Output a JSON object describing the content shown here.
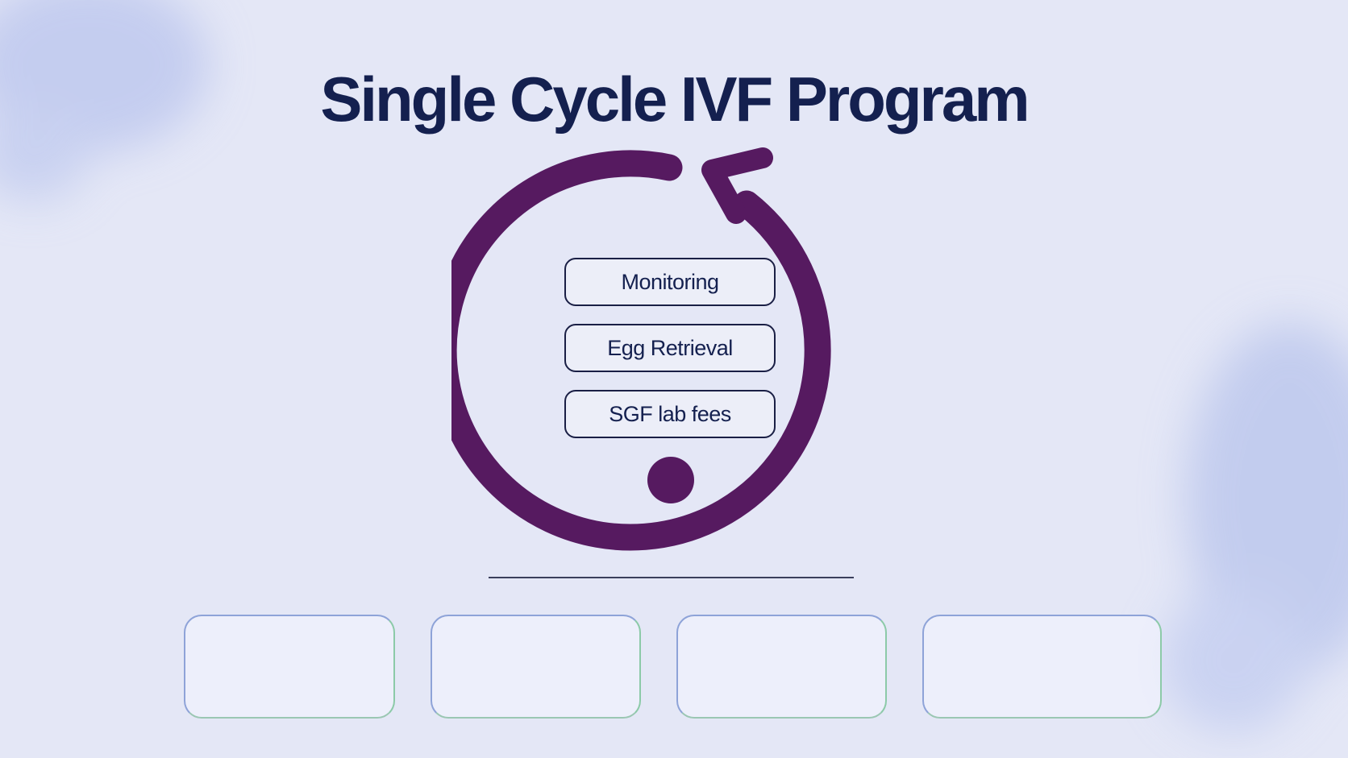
{
  "title": "Single Cycle IVF Program",
  "cycle": {
    "steps": [
      "Monitoring",
      "Egg Retrieval",
      "SGF lab fees"
    ]
  },
  "colors": {
    "background": "#e4e7f6",
    "title": "#14204f",
    "cycle_arrow": "#561a60",
    "card_border_blue": "#8ea3d8",
    "card_border_green": "#8ccaa8"
  },
  "cards": [
    {
      "label": ""
    },
    {
      "label": ""
    },
    {
      "label": ""
    },
    {
      "label": ""
    }
  ]
}
